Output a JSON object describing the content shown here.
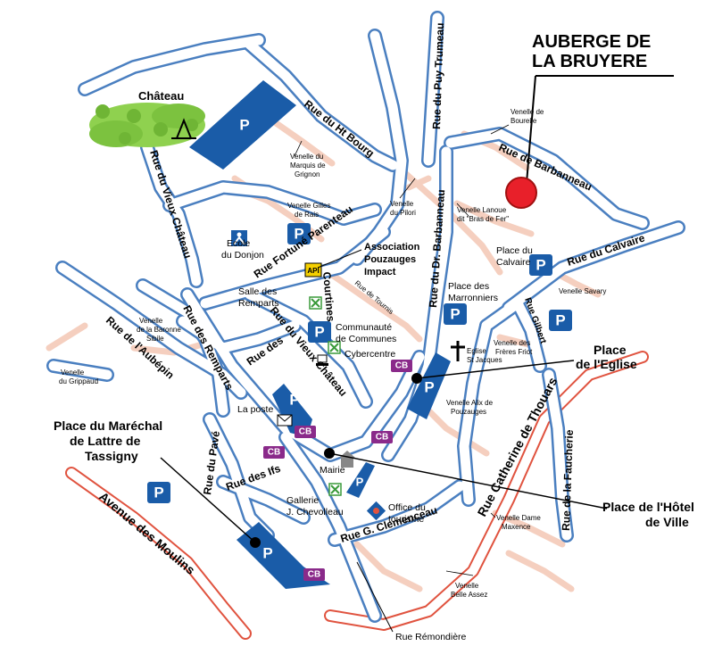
{
  "hotel": {
    "line1": "AUBERGE DE",
    "line2": "LA BRUYERE"
  },
  "colors": {
    "road": "#4a7fc0",
    "main_road": "#e0533f",
    "alley": "#f5cfbf",
    "parking": "#1a5ca8",
    "cb": "#8a2a8a",
    "marker": "#e8202a",
    "trees": "#8fd14f"
  },
  "places": {
    "chateau": "Château",
    "eglise": {
      "line1": "Place",
      "line2": "de l'Eglise"
    },
    "marechal": {
      "line1": "Place du Maréchal",
      "line2": "de Lattre de",
      "line3": "Tassigny"
    },
    "hotel_de_ville": {
      "line1": "Place de l'Hôtel",
      "line2": "de Ville"
    },
    "association": {
      "line1": "Association",
      "line2": "Pouzauges",
      "line3": "Impact"
    }
  },
  "streets": {
    "ht_bourg": "Rue du Ht Bourg",
    "puy_trumeau": "Rue du Puy Trumeau",
    "vieux_chateau_top": "Rue du Vieux Château",
    "fortune_parenteau": "Rue Fortuné Parenteau",
    "dr_barbanneau": "Rue du Dr. Barbanneau",
    "barbanneau": "Rue de Barbanneau",
    "calvaire": "Rue du Calvaire",
    "remparts": "Rue des Remparts",
    "aubepin": "Rue de l'Aubépin",
    "des": "Rue des",
    "courtines": "Courtines",
    "vieux_chateau": "Rue du Vieux Château",
    "pave": "Rue du Pavé",
    "ifs": "Rue des Ifs",
    "moulins": "Avenue des Moulins",
    "clemenceau": "Rue G. Clemenceau",
    "catherine": "Rue Catherine de Thouars",
    "faucherie": "Rue de la Faucherie",
    "gilbert": "Rue Gilbert",
    "tournis": "Rue de Tournis",
    "remondiere": "Rue Rémondière"
  },
  "labels": {
    "ecole": {
      "line1": "Ecole",
      "line2": "du Donjon"
    },
    "salle": {
      "line1": "Salle des",
      "line2": "Remparts"
    },
    "communaute": {
      "line1": "Communauté",
      "line2": "de Communes"
    },
    "cybercentre": "Cybercentre",
    "la_poste": "La poste",
    "mairie": "Mairie",
    "galerie": {
      "line1": "Gallerie",
      "line2": "J. Chevolleau"
    },
    "office": {
      "line1": "Office du",
      "line2": "tourisme"
    },
    "marronniers": {
      "line1": "Place des",
      "line2": "Marronniers"
    },
    "place_calvaire": {
      "line1": "Place du",
      "line2": "Calvaire"
    },
    "eglise_st_jacques": {
      "line1": "Eglise",
      "line2": "St Jacques"
    },
    "api": "API"
  },
  "venelles": {
    "bourelle": {
      "line1": "Venelle de",
      "line2": "Bourelle"
    },
    "marquis": {
      "line1": "Venelle du",
      "line2": "Marquis de",
      "line3": "Grignon"
    },
    "gilles": {
      "line1": "Venelle Gilles",
      "line2": "de Rais"
    },
    "pilori": {
      "line1": "Venelle",
      "line2": "du Pilori"
    },
    "lanoue": {
      "line1": "Venelle Lanoue",
      "line2": "dit \"Bras de Fer\""
    },
    "savary": "Venelle Savary",
    "freres": {
      "line1": "Venelle des",
      "line2": "Frères Friot"
    },
    "baronne": {
      "line1": "Venelle",
      "line2": "de la Baronne",
      "line3": "Sibile"
    },
    "grippaud": {
      "line1": "Venelle",
      "line2": "du Grippaud"
    },
    "alix": {
      "line1": "Venelle Alix de",
      "line2": "Pouzauges"
    },
    "dame": {
      "line1": "Venelle Dame",
      "line2": "Maxence"
    },
    "belle": {
      "line1": "Venelle",
      "line2": "Belle Assez"
    }
  },
  "parking_label": "P",
  "cb_label": "CB"
}
